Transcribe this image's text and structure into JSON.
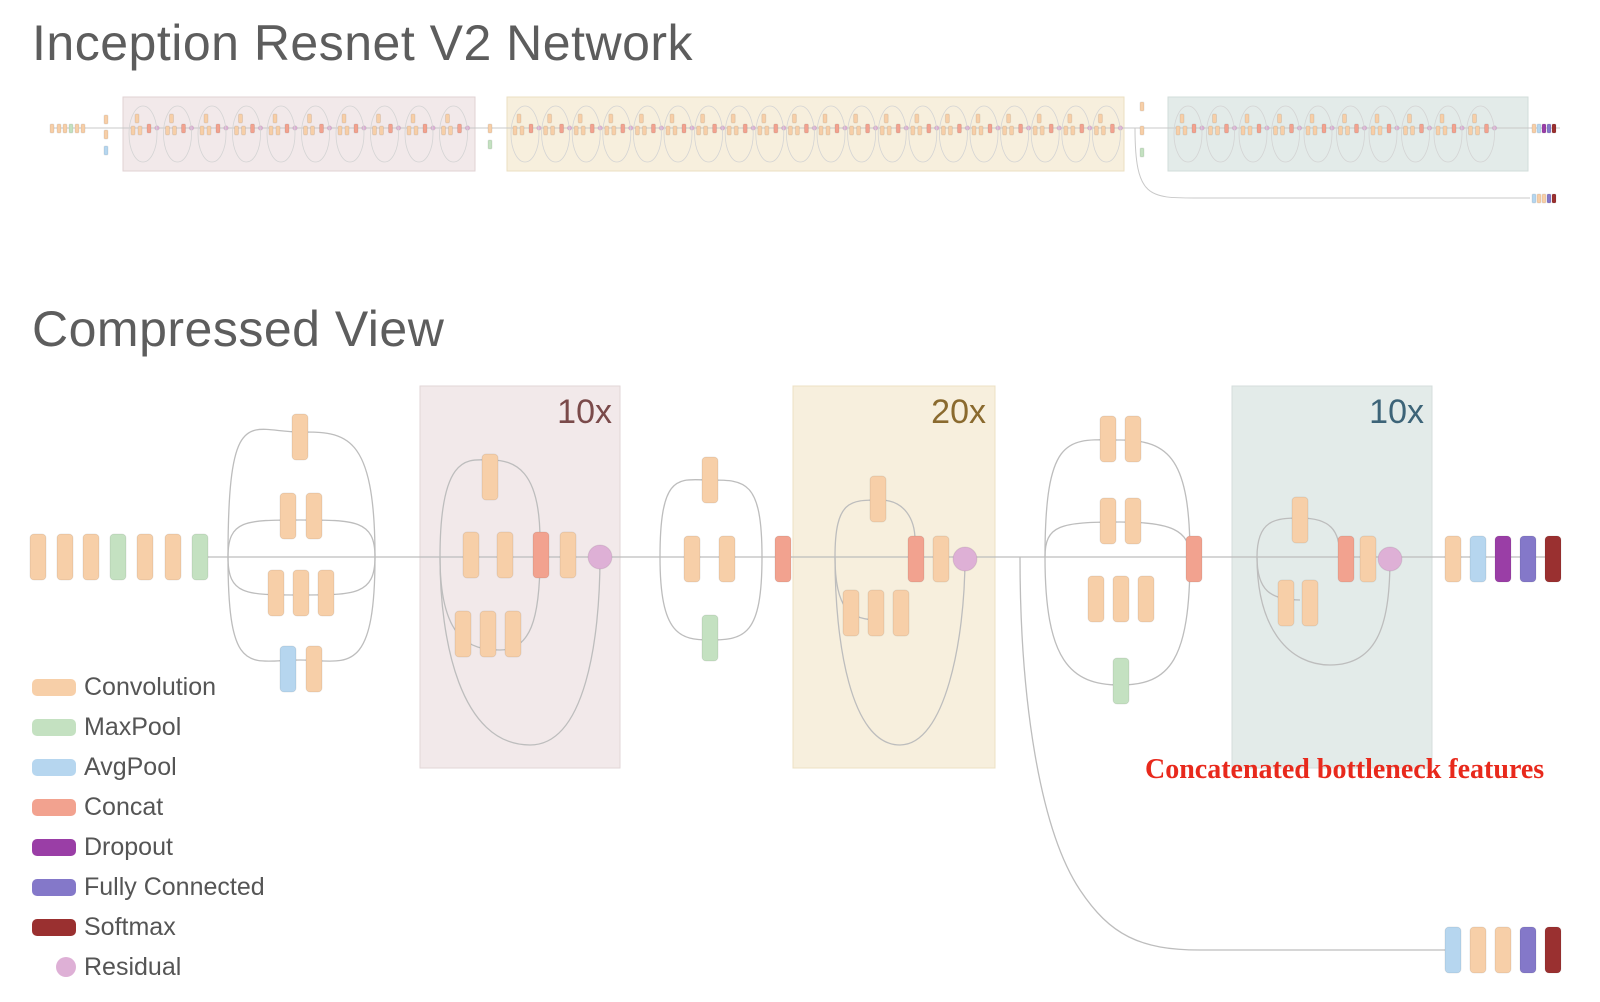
{
  "titles": {
    "main": "Inception Resnet V2 Network",
    "compressed": "Compressed View"
  },
  "repeat_labels": [
    "10x",
    "20x",
    "10x"
  ],
  "annotation": "Concatenated bottleneck features",
  "legend": [
    {
      "label": "Convolution",
      "color": "#f7cfa8",
      "shape": "bar"
    },
    {
      "label": "MaxPool",
      "color": "#c4e1c1",
      "shape": "bar"
    },
    {
      "label": "AvgPool",
      "color": "#b6d6ef",
      "shape": "bar"
    },
    {
      "label": "Concat",
      "color": "#f2a28f",
      "shape": "bar"
    },
    {
      "label": "Dropout",
      "color": "#9a3ea6",
      "shape": "bar"
    },
    {
      "label": "Fully Connected",
      "color": "#8478c9",
      "shape": "bar"
    },
    {
      "label": "Softmax",
      "color": "#9a3030",
      "shape": "bar"
    },
    {
      "label": "Residual",
      "color": "#deb0d6",
      "shape": "dot"
    }
  ],
  "colors": {
    "stage_a_bg": "#f2e9ea",
    "stage_b_bg": "#f7efdd",
    "stage_c_bg": "#e3ebe9",
    "line": "#bdbdbd",
    "annotation": "#e8291c",
    "repeat_a": "#7a4a4a",
    "repeat_b": "#8a6a2e",
    "repeat_c": "#3d6478"
  }
}
